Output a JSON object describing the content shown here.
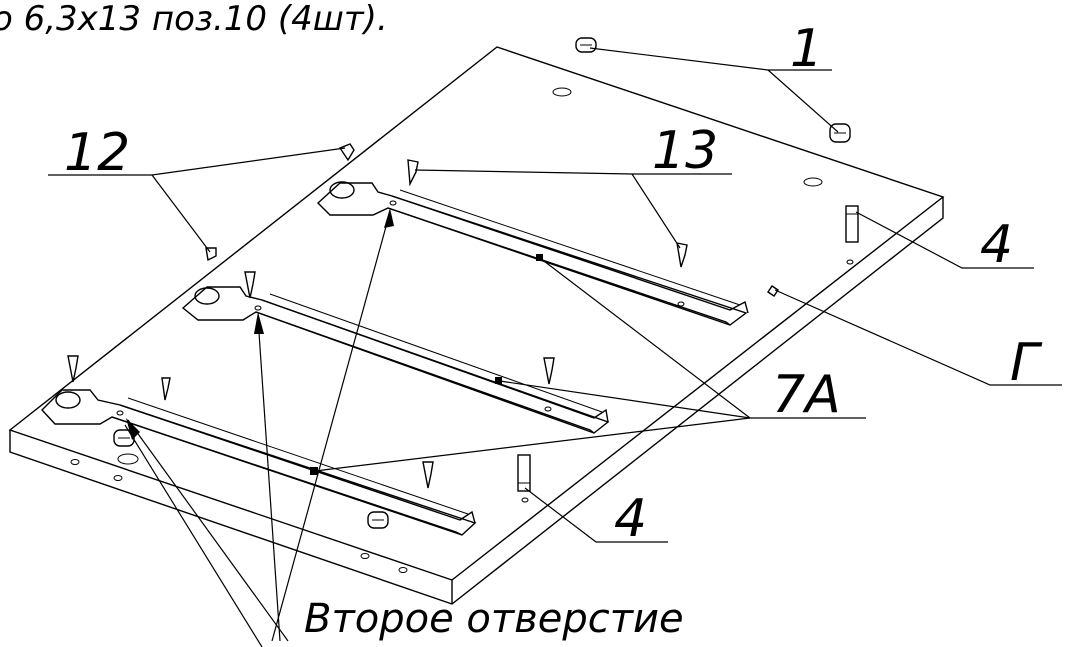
{
  "header_text": "о 6,3х13 поз.10 (4шт).",
  "caption": "Второе отверстие",
  "callouts": {
    "c1": "1",
    "c12": "12",
    "c13": "13",
    "c4a": "4",
    "c4b": "4",
    "cG": "Г",
    "c7A": "7А"
  },
  "colors": {
    "ink": "#000000",
    "paper": "#ffffff"
  }
}
